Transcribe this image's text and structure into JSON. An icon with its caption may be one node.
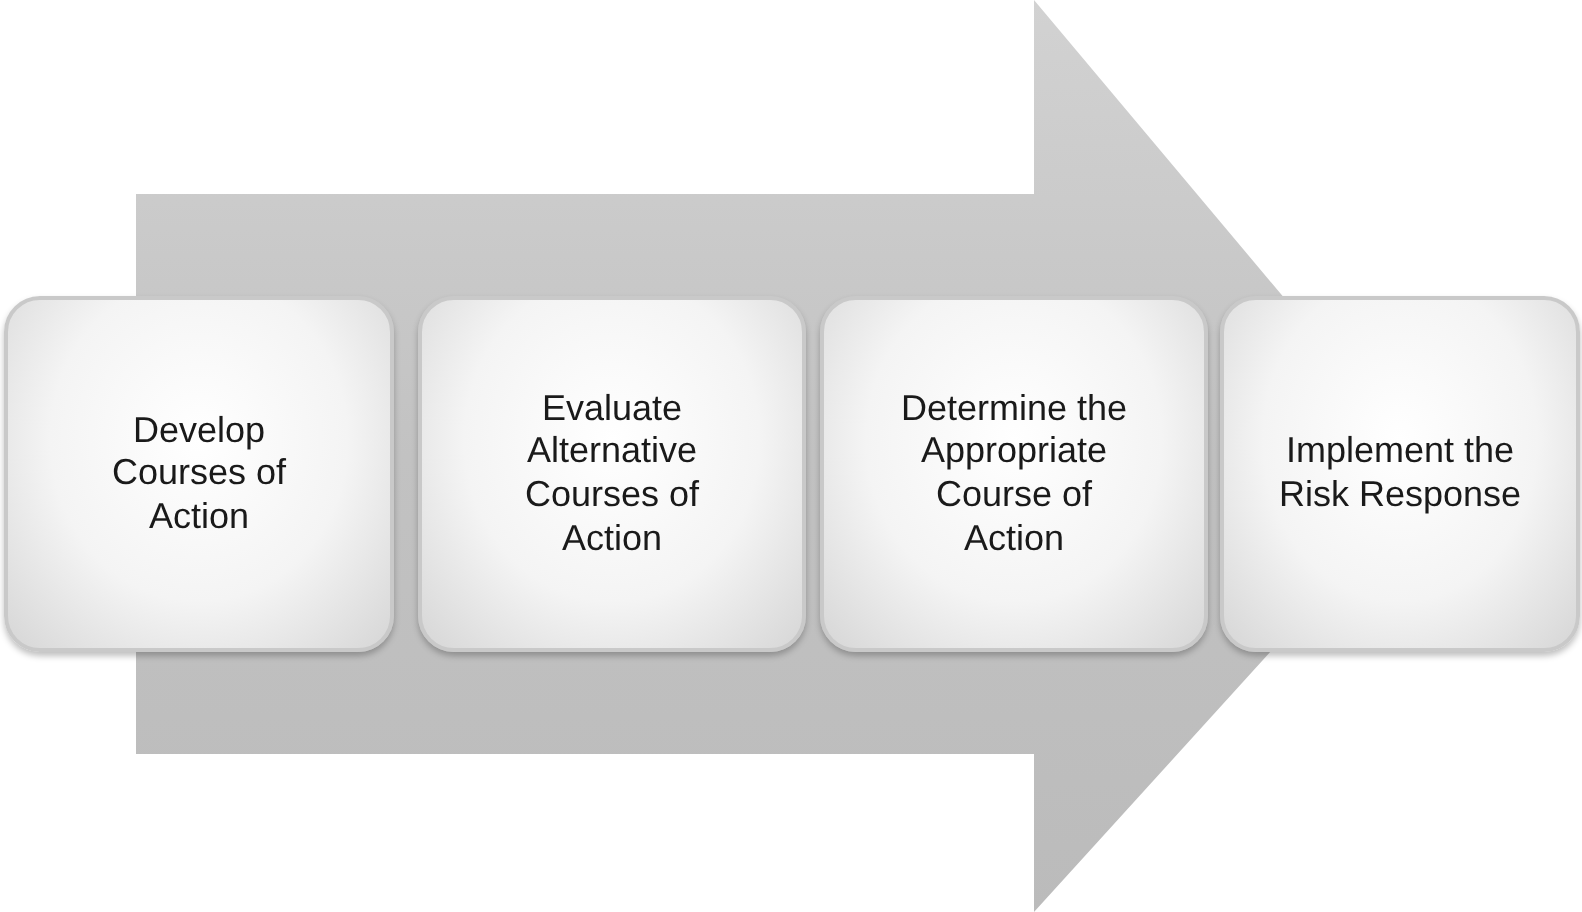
{
  "diagram": {
    "nodes": [
      {
        "text": [
          "Develop Courses of Action"
        ]
      },
      {
        "text": [
          "Evaluate Alternative Courses of Action"
        ]
      },
      {
        "text": [
          "Determine the Appropriate Course of Action"
        ]
      },
      {
        "text": [
          "Implement the Risk Response"
        ]
      }
    ],
    "edges": [
      {
        "from": 0,
        "to": 3,
        "arrow": "to"
      }
    ]
  }
}
